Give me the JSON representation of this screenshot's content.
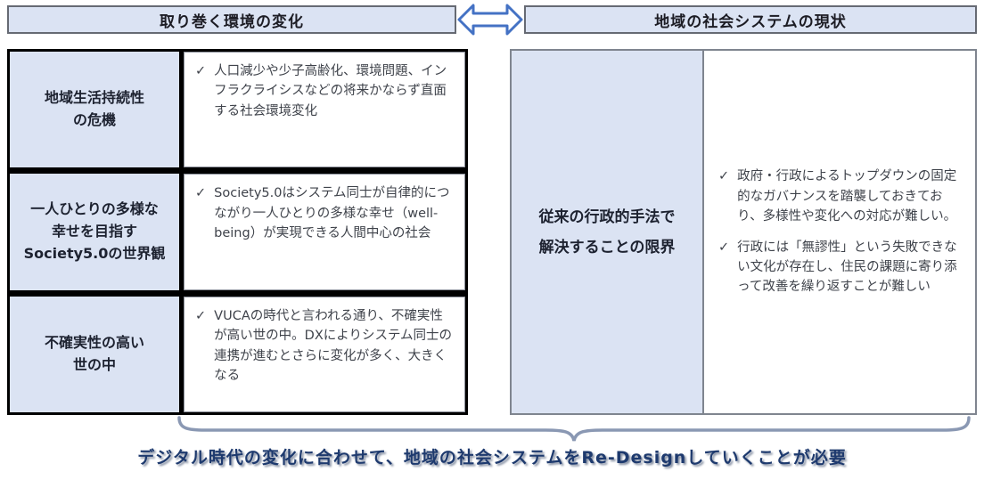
{
  "header": {
    "left": "取り巻く環境の変化",
    "right": "地域の社会システムの現状"
  },
  "left_panel": {
    "rows": [
      {
        "label": "地域生活持続性\nの危機",
        "text": "人口減少や少子高齢化、環境問題、インフラクライシスなどの将来かならず直面する社会環境変化"
      },
      {
        "label": "一人ひとりの多様な\n幸せを目指す\nSociety5.0の世界観",
        "text": "Society5.0はシステム同士が自律的につながり一人ひとりの多様な幸せ（well-being）が実現できる人間中心の社会"
      },
      {
        "label": "不確実性の高い\n世の中",
        "text": "VUCAの時代と言われる通り、不確実性が高い世の中。DXによりシステム同士の連携が進むとさらに変化が多く、大きくなる"
      }
    ]
  },
  "right_panel": {
    "label": "従来の行政的手法で\n解決することの限界",
    "items": [
      "政府・行政によるトップダウンの固定的なガバナンスを踏襲しておきており、多様性や変化への対応が難しい。",
      "行政には「無謬性」という失敗できない文化が存在し、住民の課題に寄り添って改善を繰り返すことが難しい"
    ]
  },
  "bottom": {
    "text": "デジタル時代の変化に合わせて、地域の社会システムをRe-Designしていくことが必要"
  },
  "icons": {
    "check": "✓"
  },
  "colors": {
    "panel_bg": "#dbe3f3",
    "arrow_outline": "#4472c4",
    "border_gray": "#7f858f",
    "bottom_text": "#1e3a6e"
  }
}
